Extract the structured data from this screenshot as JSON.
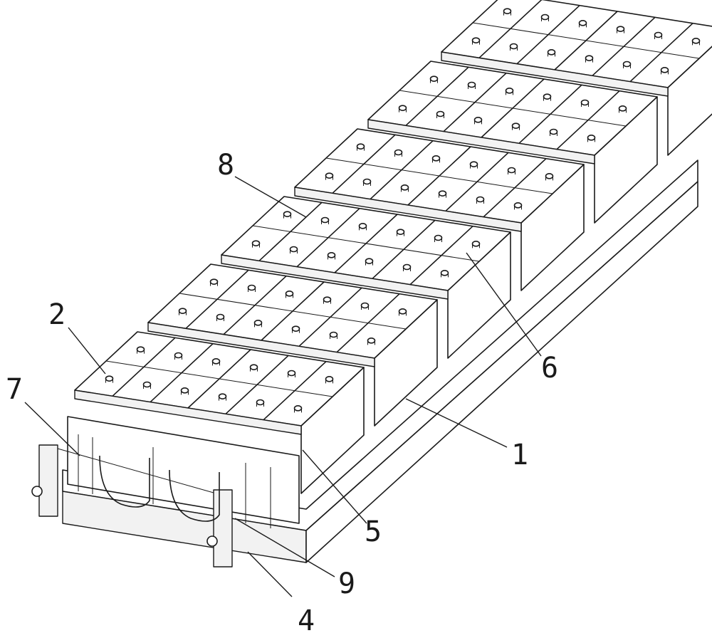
{
  "figure": {
    "callouts": [
      {
        "id": "1",
        "text": "1"
      },
      {
        "id": "2",
        "text": "2"
      },
      {
        "id": "4",
        "text": "4"
      },
      {
        "id": "5",
        "text": "5"
      },
      {
        "id": "6",
        "text": "6"
      },
      {
        "id": "7",
        "text": "7"
      },
      {
        "id": "8",
        "text": "8"
      },
      {
        "id": "9",
        "text": "9"
      }
    ]
  }
}
